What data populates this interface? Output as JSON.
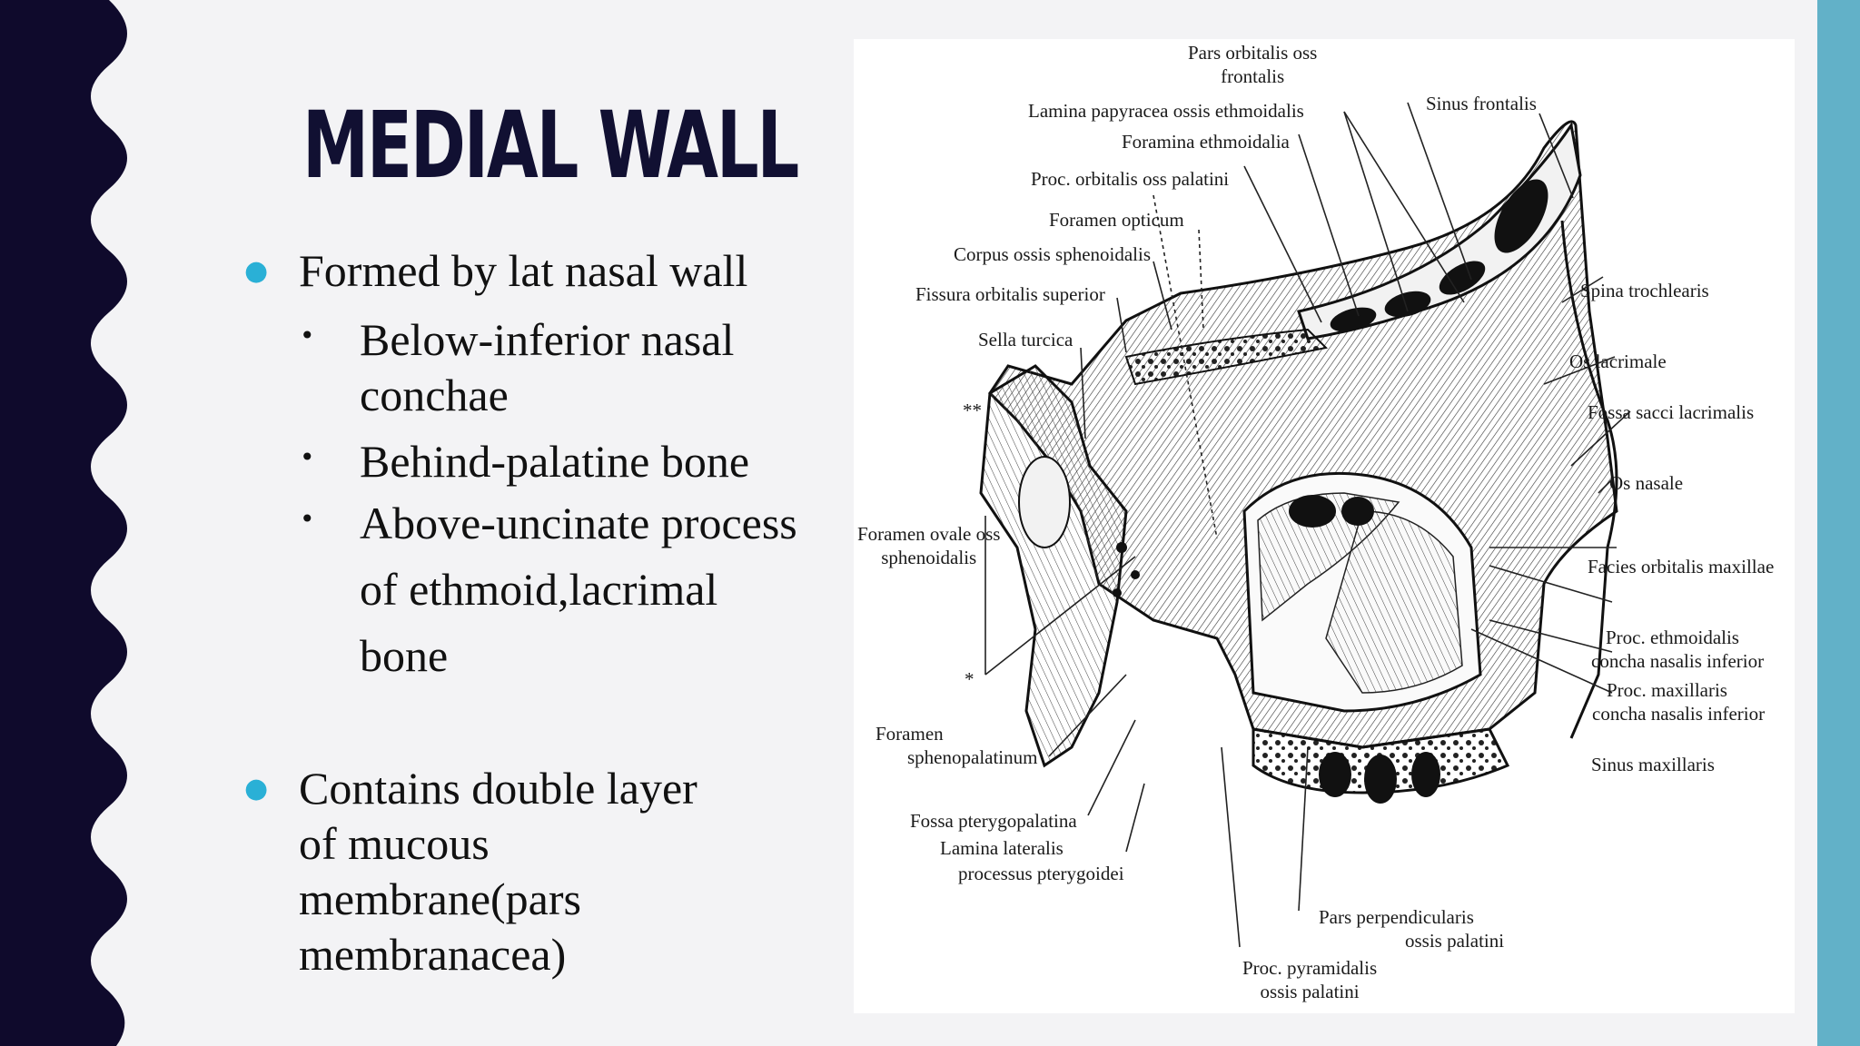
{
  "slide": {
    "title": "MEDIAL WALL",
    "accent_colors": {
      "left_band": "#0f0a2c",
      "right_bar": "#62b1c8",
      "bullet": "#2ab0d6",
      "title": "#111032"
    },
    "bullets": [
      {
        "text": "Formed by lat nasal wall",
        "sub": [
          {
            "line1": "Below-inferior nasal",
            "line2": "conchae"
          },
          {
            "line1": "Behind-palatine bone"
          },
          {
            "line1": "Above-uncinate process",
            "line2": "of ethmoid,lacrimal",
            "line3": "bone"
          }
        ]
      },
      {
        "lines": [
          "Contains double layer",
          "of mucous",
          "membrane(pars",
          "membranacea)"
        ]
      }
    ]
  },
  "figure": {
    "labels": {
      "pars_orbitalis_1": "Pars orbitalis oss",
      "pars_orbitalis_2": "frontalis",
      "sinus_frontalis": "Sinus frontalis",
      "lamina_papyracea": "Lamina papyracea ossis ethmoidalis",
      "foramina_ethmoidalia": "Foramina ethmoidalia",
      "proc_orbitalis": "Proc. orbitalis oss palatini",
      "foramen_opticum": "Foramen opticum",
      "corpus_sphenoidalis": "Corpus ossis sphenoidalis",
      "fissura_orbitalis": "Fissura orbitalis superior",
      "spina_trochlearis": "Spina trochlearis",
      "sella_turcica": "Sella turcica",
      "os_lacrimale": "Os lacrimale",
      "fossa_sacci": "Fossa sacci lacrimalis",
      "asterisks_top": "**",
      "os_nasale": "Os nasale",
      "foramen_ovale_1": "Foramen ovale oss",
      "foramen_ovale_2": "sphenoidalis",
      "facies_orbitalis": "Facies orbitalis maxillae",
      "proc_ethmoidalis_1": "Proc. ethmoidalis",
      "proc_ethmoidalis_2": "concha nasalis inferior",
      "asterisk_bottom": "*",
      "proc_maxillaris_1": "Proc. maxillaris",
      "proc_maxillaris_2": "concha nasalis inferior",
      "foramen_spheno_1": "Foramen",
      "foramen_spheno_2": "sphenopalatinum",
      "sinus_maxillaris": "Sinus maxillaris",
      "fossa_ptery": "Fossa pterygopalatina",
      "lamina_lateralis_1": "Lamina lateralis",
      "lamina_lateralis_2": "processus pterygoidei",
      "pars_perp_1": "Pars perpendicularis",
      "pars_perp_2": "ossis palatini",
      "proc_pyr_1": "Proc. pyramidalis",
      "proc_pyr_2": "ossis palatini"
    }
  }
}
